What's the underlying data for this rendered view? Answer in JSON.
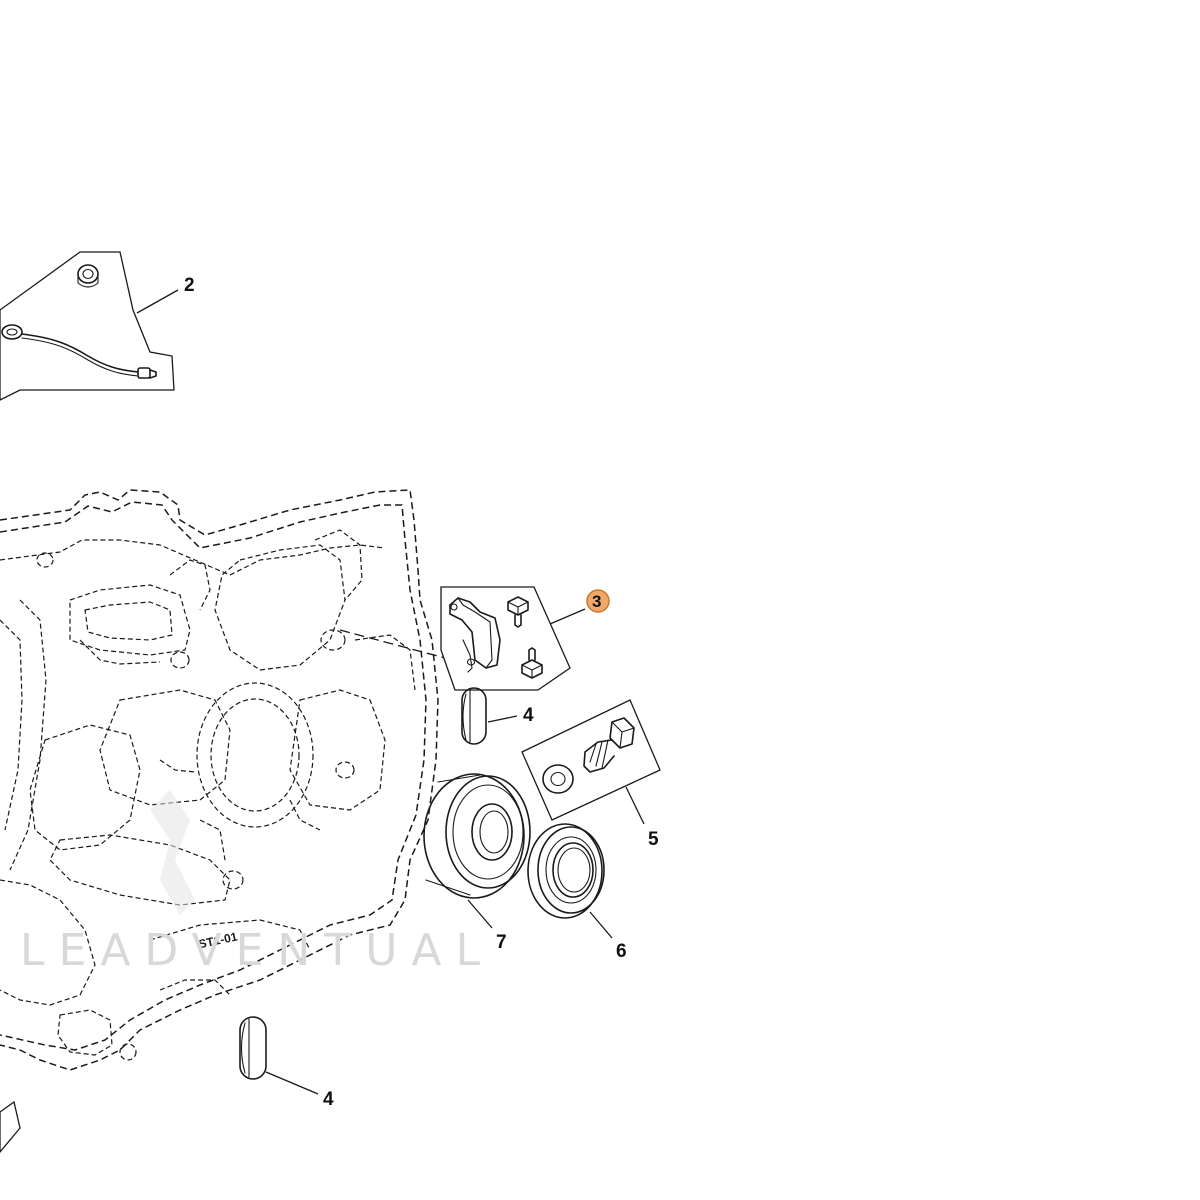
{
  "diagram": {
    "callouts": {
      "c2": "2",
      "c3": "3",
      "c4a": "4",
      "c4b": "4",
      "c5": "5",
      "c6": "6",
      "c7": "7"
    },
    "highlight_color": "#f0a868",
    "highlight_border": "#c9762f",
    "case_stamp": "ST1-01"
  },
  "watermark": {
    "text": "LEADVENTUAL"
  }
}
